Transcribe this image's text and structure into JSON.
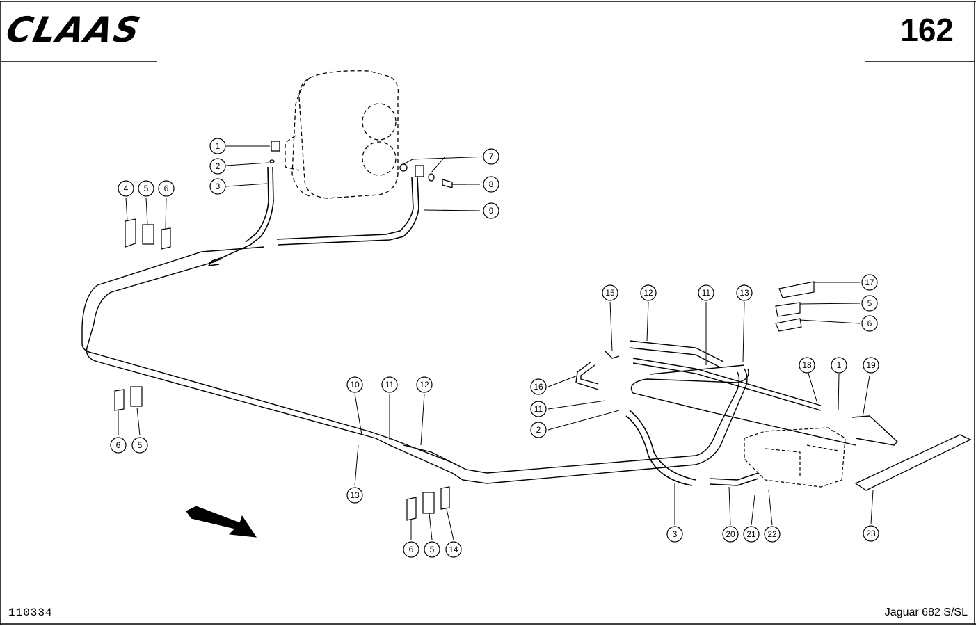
{
  "header": {
    "brand": "CLAAS",
    "page_number": "162"
  },
  "footer": {
    "doc_code": "110334",
    "model": "Jaguar 682 S/SL"
  },
  "callouts": [
    "1",
    "2",
    "3",
    "4",
    "5",
    "6",
    "7",
    "8",
    "9",
    "10",
    "11",
    "12",
    "13",
    "14",
    "15",
    "16",
    "17",
    "18",
    "19",
    "20",
    "21",
    "22",
    "23"
  ]
}
